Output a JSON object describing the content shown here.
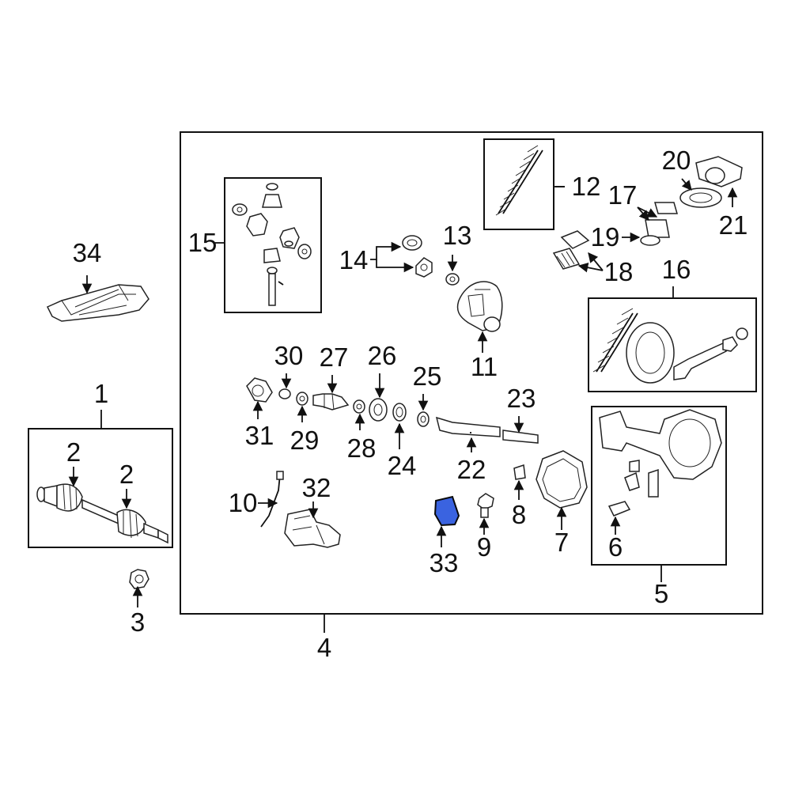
{
  "colors": {
    "line": "#111111",
    "highlight": "#3a63e0",
    "highlight_stroke": "#0a0a0a"
  },
  "callouts": {
    "c1": "1",
    "c2a": "2",
    "c2b": "2",
    "c3": "3",
    "c4": "4",
    "c5": "5",
    "c6": "6",
    "c7": "7",
    "c8": "8",
    "c9": "9",
    "c10": "10",
    "c11": "11",
    "c12": "12",
    "c13": "13",
    "c14": "14",
    "c15": "15",
    "c16": "16",
    "c17": "17",
    "c18": "18",
    "c19": "19",
    "c20": "20",
    "c21": "21",
    "c22": "22",
    "c23": "23",
    "c24": "24",
    "c25": "25",
    "c26": "26",
    "c27": "27",
    "c28": "28",
    "c29": "29",
    "c30": "30",
    "c31": "31",
    "c32": "32",
    "c33": "33",
    "c34": "34"
  },
  "highlighted_part": "33"
}
